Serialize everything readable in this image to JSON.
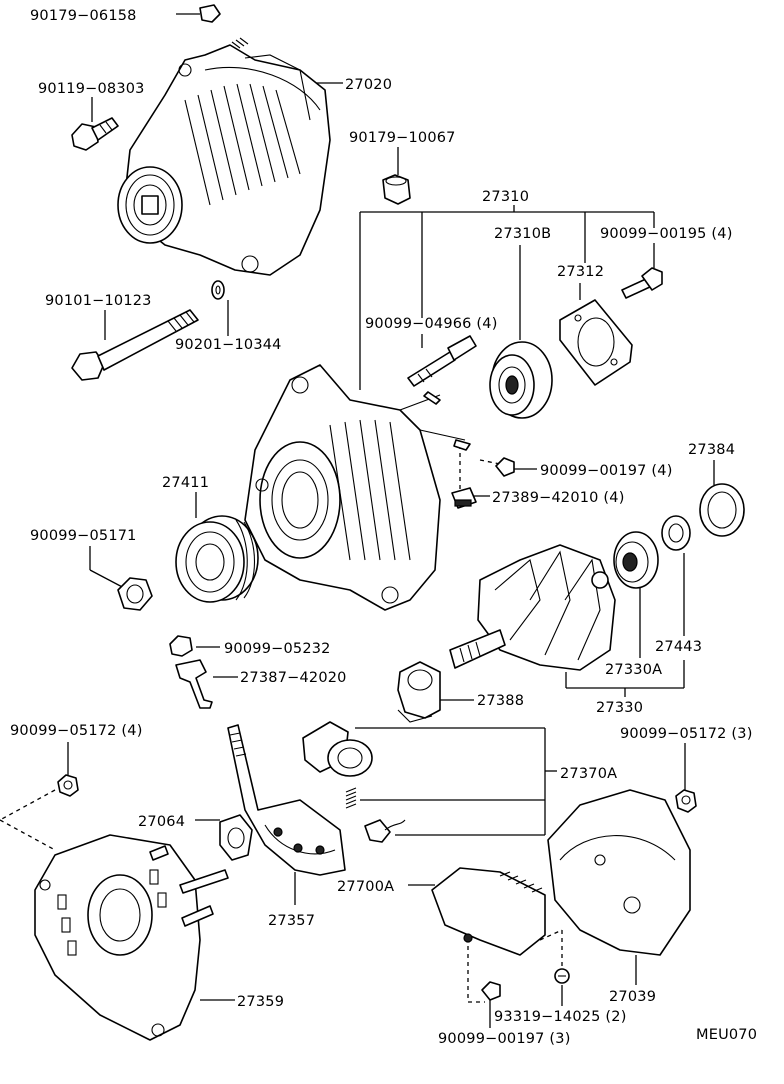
{
  "labels": {
    "p90179_06158": "90179−06158",
    "p90119_08303": "90119−08303",
    "p27020": "27020",
    "p90179_10067": "90179−10067",
    "p27310": "27310",
    "p27310B": "27310B",
    "p90099_00195": "90099−00195 (4)",
    "p27312": "27312",
    "p90101_10123": "90101−10123",
    "p90201_10344": "90201−10344",
    "p90099_04966": "90099−04966 (4)",
    "p90099_00197a": "90099−00197 (4)",
    "p27384": "27384",
    "p27411": "27411",
    "p27389_42010": "27389−42010 (4)",
    "p90099_05171": "90099−05171",
    "p27443": "27443",
    "p27330A": "27330A",
    "p90099_05232": "90099−05232",
    "p27387_42020": "27387−42020",
    "p27388": "27388",
    "p27330": "27330",
    "p90099_05172a": "90099−05172 (4)",
    "p90099_05172b": "90099−05172 (3)",
    "p27370A": "27370A",
    "p27064": "27064",
    "p27700A": "27700A",
    "p27357": "27357",
    "p27039": "27039",
    "p27359": "27359",
    "p93319_14025": "93319−14025 (2)",
    "p90099_00197b": "90099−00197 (3)",
    "code": "MEU070"
  }
}
